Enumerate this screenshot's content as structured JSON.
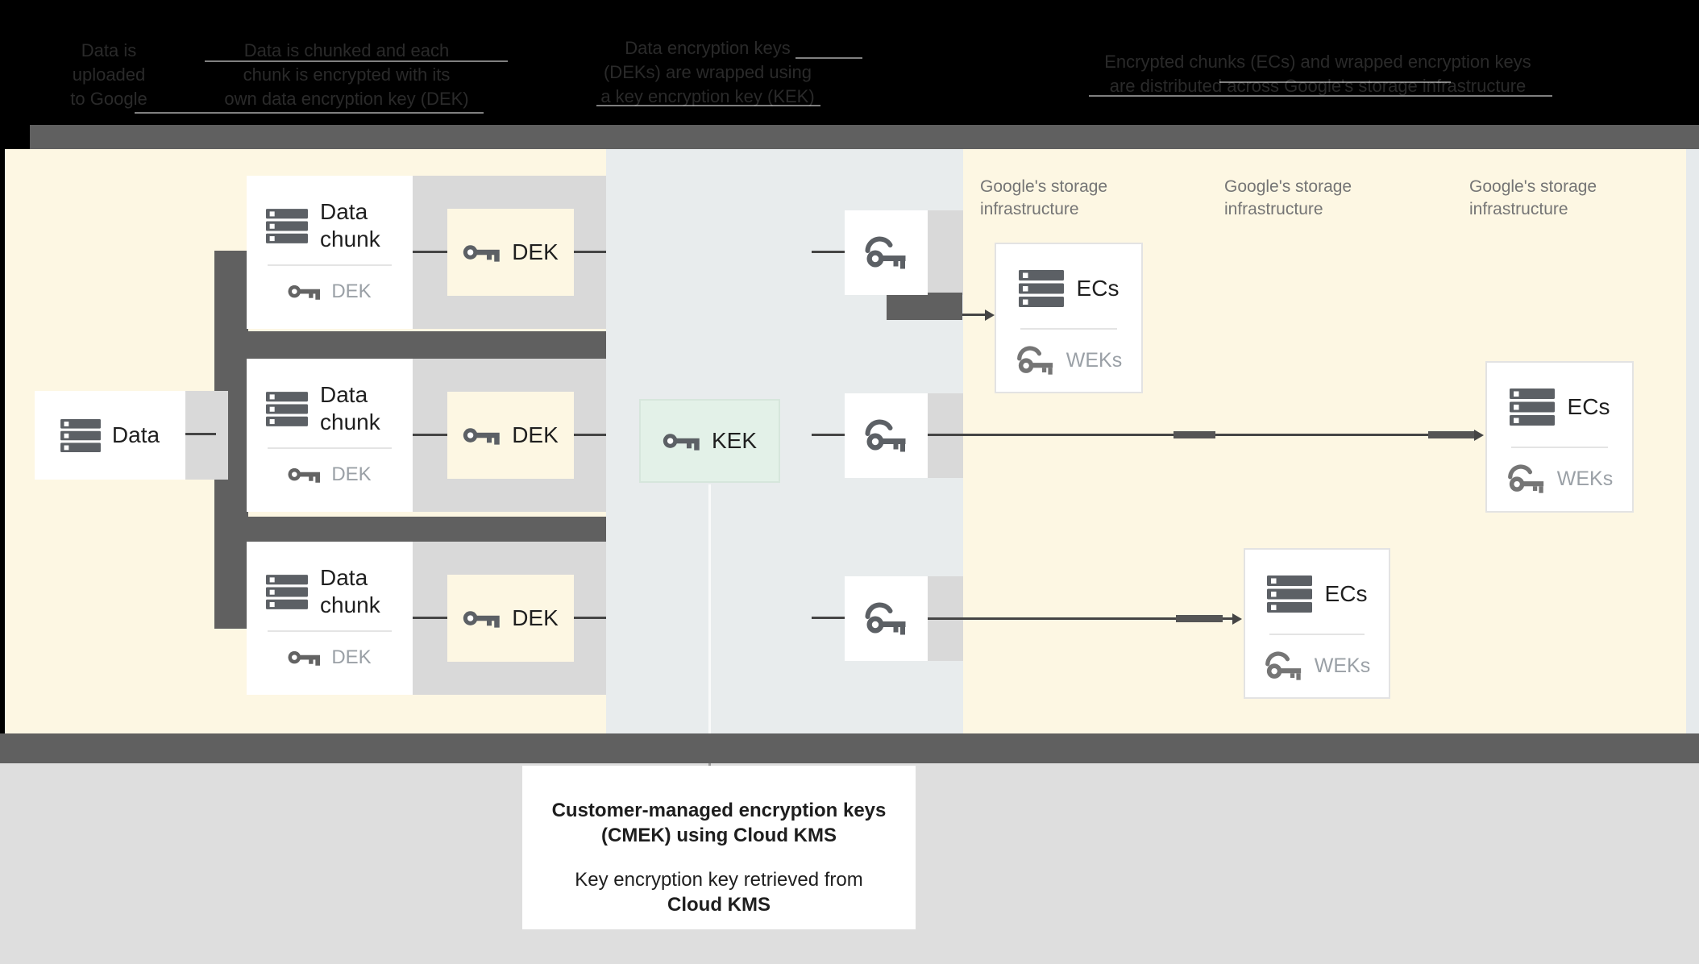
{
  "top_captions": {
    "col1_lines": [
      "Data is",
      "uploaded",
      "to Google"
    ],
    "col2_lines": [
      "Data is chunked and each",
      "chunk is encrypted with its",
      "own data encryption key (DEK)"
    ],
    "col3_lines": [
      "Data encryption keys",
      "(DEKs) are wrapped using",
      "a key encryption key (KEK)"
    ],
    "col4_lines": [
      "Encrypted chunks (ECs) and wrapped encryption keys",
      "are distributed across Google's storage infrastructure"
    ]
  },
  "diagram": {
    "data_box_label": "Data",
    "chunk_rows": [
      {
        "title_lines": [
          "Data",
          "chunk"
        ],
        "embedded_key_label": "DEK",
        "dek_box_label": "DEK"
      },
      {
        "title_lines": [
          "Data",
          "chunk"
        ],
        "embedded_key_label": "DEK",
        "dek_box_label": "DEK"
      },
      {
        "title_lines": [
          "Data",
          "chunk"
        ],
        "embedded_key_label": "DEK",
        "dek_box_label": "DEK"
      }
    ],
    "kek_box_label": "KEK",
    "storage_columns": [
      {
        "label_lines": [
          "Google's storage",
          "infrastructure"
        ],
        "ecs_label": "ECs",
        "weks_label": "WEKs"
      },
      {
        "label_lines": [
          "Google's storage",
          "infrastructure"
        ],
        "ecs_label": "ECs",
        "weks_label": "WEKs"
      },
      {
        "label_lines": [
          "Google's storage",
          "infrastructure"
        ],
        "ecs_label": "ECs",
        "weks_label": "WEKs"
      }
    ]
  },
  "footer_note": {
    "line1": "Customer-managed encryption keys",
    "line2": "(CMEK) using Cloud KMS",
    "line3": "Key encryption key retrieved from",
    "line4": "Cloud KMS"
  },
  "colors": {
    "background": "#000000",
    "band_dark": "#606060",
    "field_yellow": "#fdf7e3",
    "kms_band": "#e8eced",
    "shadow_gray": "#d9d9d9",
    "kek_green": "#e3f1e8",
    "footer_gray": "#dedede",
    "text_dark": "#212121",
    "text_gray": "#757575",
    "muted_key_text": "#9aa0a6"
  }
}
